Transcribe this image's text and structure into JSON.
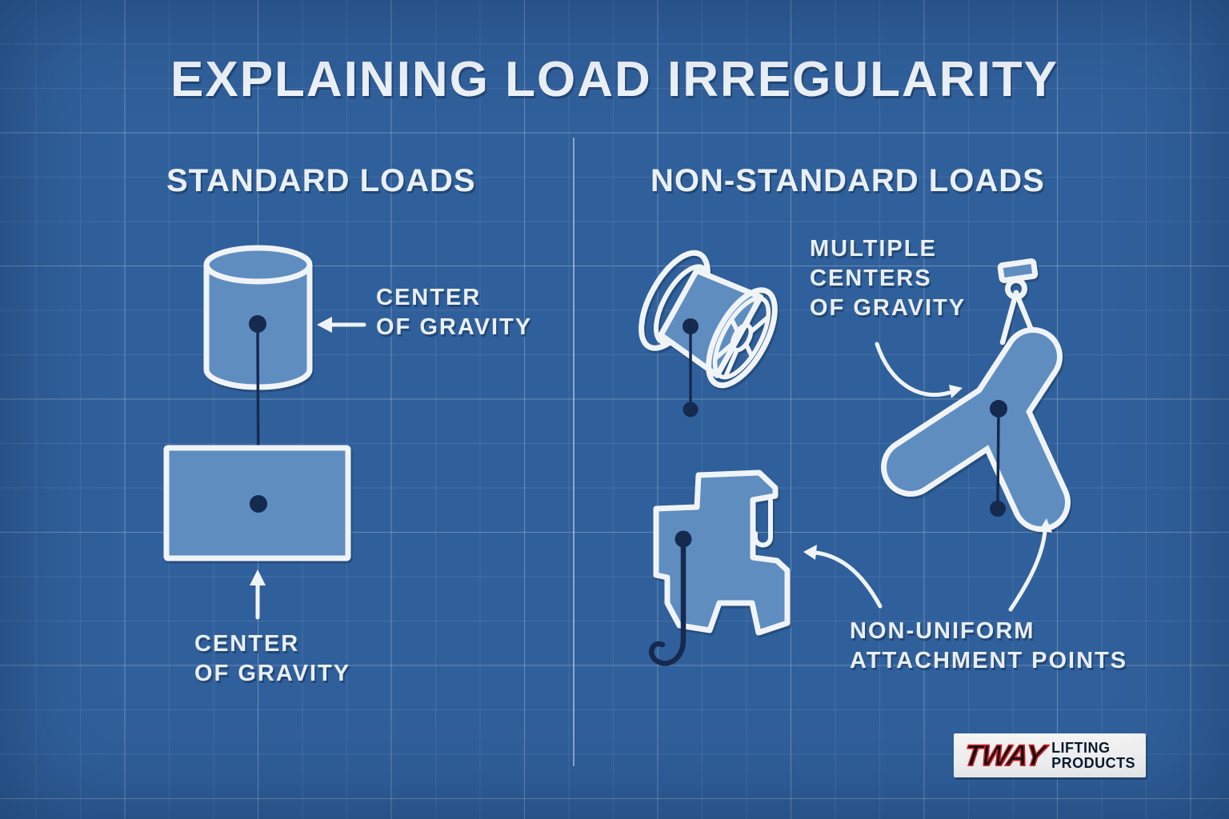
{
  "title": "EXPLAINING LOAD IRREGULARITY",
  "left_section": {
    "heading": "STANDARD LOADS",
    "labels": {
      "cylinder_cog": [
        "CENTER",
        "OF GRAVITY"
      ],
      "block_cog": [
        "CENTER",
        "OF GRAVITY"
      ]
    }
  },
  "right_section": {
    "heading": "NON-STANDARD LOADS",
    "labels": {
      "multiple_cog": [
        "MULTIPLE",
        "CENTERS",
        "OF GRAVITY"
      ],
      "attachment": [
        "NON-UNIFORM",
        "ATTACHMENT POINTS"
      ]
    }
  },
  "logo": {
    "brand": "TWAY",
    "tagline_line1": "LIFTING",
    "tagline_line2": "PRODUCTS"
  },
  "colors": {
    "background": "#30609b",
    "shape_fill": "#5f8dc0",
    "outline": "#f0f4f8",
    "navy": "#16294f",
    "label": "#e9eff6",
    "logo_red": "#d2232a",
    "logo_text": "#0b1a30"
  }
}
